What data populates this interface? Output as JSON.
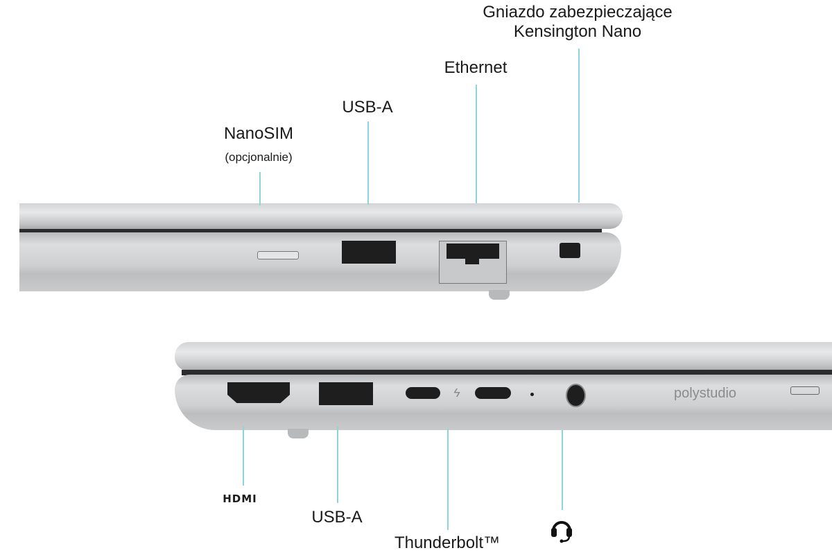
{
  "top_view": {
    "labels": {
      "kensington_line1": "Gniazdo zabezpieczające",
      "kensington_line2": "Kensington Nano",
      "ethernet": "Ethernet",
      "usb_a": "USB-A",
      "nanosim": "NanoSIM",
      "nanosim_note": "(opcjonalnie)"
    }
  },
  "bottom_view": {
    "labels": {
      "hdmi": "HDMI",
      "usb_a": "USB-A",
      "thunderbolt": "Thunderbolt™",
      "audio_icon": "headset-icon"
    },
    "brand_print": "polystudio"
  },
  "colors": {
    "leader_line": "#8fd3dc",
    "chassis": "#cfd0d2"
  }
}
